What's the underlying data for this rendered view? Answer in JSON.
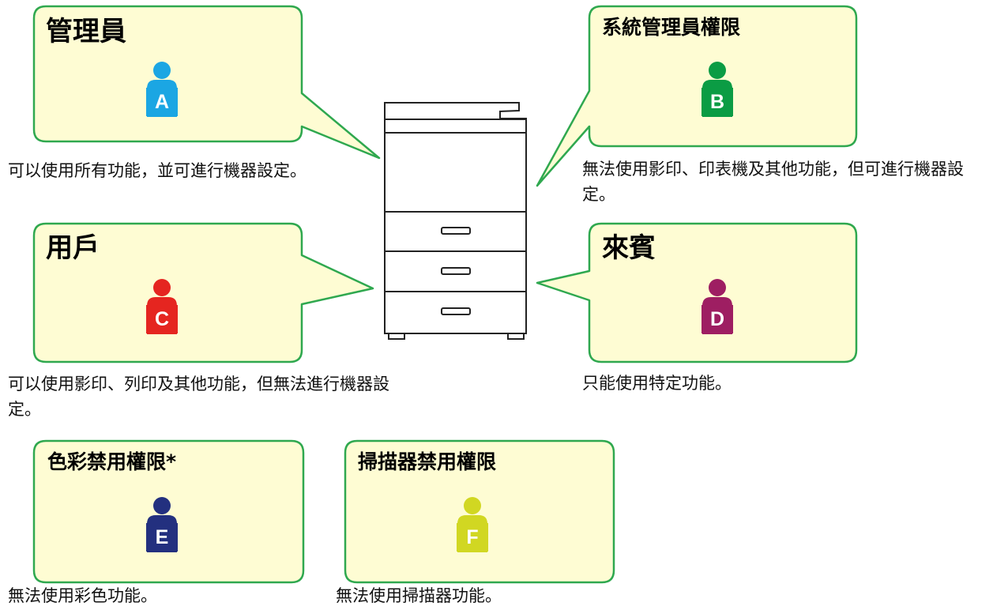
{
  "roles": [
    {
      "title": "管理員",
      "badge": "A",
      "color": "#1ba6e3",
      "description": "可以使用所有功能，並可進行機器設定。"
    },
    {
      "title": "系統管理員權限",
      "badge": "B",
      "color": "#0b9c44",
      "description": "無法使用影印、印表機及其他功能，但可進行機器設定。"
    },
    {
      "title": "用戶",
      "badge": "C",
      "color": "#e52520",
      "description": "可以使用影印、列印及其他功能，但無法進行機器設定。"
    },
    {
      "title": "來賓",
      "badge": "D",
      "color": "#9e1e62",
      "description": "只能使用特定功能。"
    },
    {
      "title": "色彩禁用權限*",
      "badge": "E",
      "color": "#23307f",
      "description": "無法使用彩色功能。"
    },
    {
      "title": "掃描器禁用權限",
      "badge": "F",
      "color": "#d1d722",
      "description": "無法使用掃描器功能。"
    }
  ],
  "bubble_fill": "#fefcd3",
  "bubble_stroke": "#2fa84f"
}
